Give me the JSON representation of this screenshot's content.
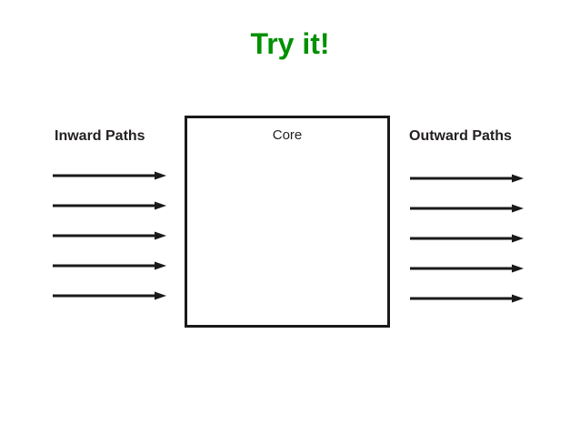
{
  "slide": {
    "title": "Try it!",
    "title_color": "#009000",
    "background_color": "#ffffff",
    "text_color": "#231f20"
  },
  "labels": {
    "inward": "Inward Paths",
    "core": "Core",
    "outward": "Outward Paths"
  },
  "diagram": {
    "core_box": {
      "label": "Core",
      "border_color": "#1a1a1a",
      "fill_color": "#ffffff",
      "empty": true
    },
    "inward_paths": {
      "heading": "Inward Paths",
      "count": 5,
      "direction": "right",
      "arrows": [
        {
          "name": "inward-arrow-1"
        },
        {
          "name": "inward-arrow-2"
        },
        {
          "name": "inward-arrow-3"
        },
        {
          "name": "inward-arrow-4"
        },
        {
          "name": "inward-arrow-5"
        }
      ]
    },
    "outward_paths": {
      "heading": "Outward Paths",
      "count": 5,
      "direction": "right",
      "arrows": [
        {
          "name": "outward-arrow-1"
        },
        {
          "name": "outward-arrow-2"
        },
        {
          "name": "outward-arrow-3"
        },
        {
          "name": "outward-arrow-4"
        },
        {
          "name": "outward-arrow-5"
        }
      ]
    }
  },
  "icons": {
    "arrow": "arrow-right-icon"
  }
}
